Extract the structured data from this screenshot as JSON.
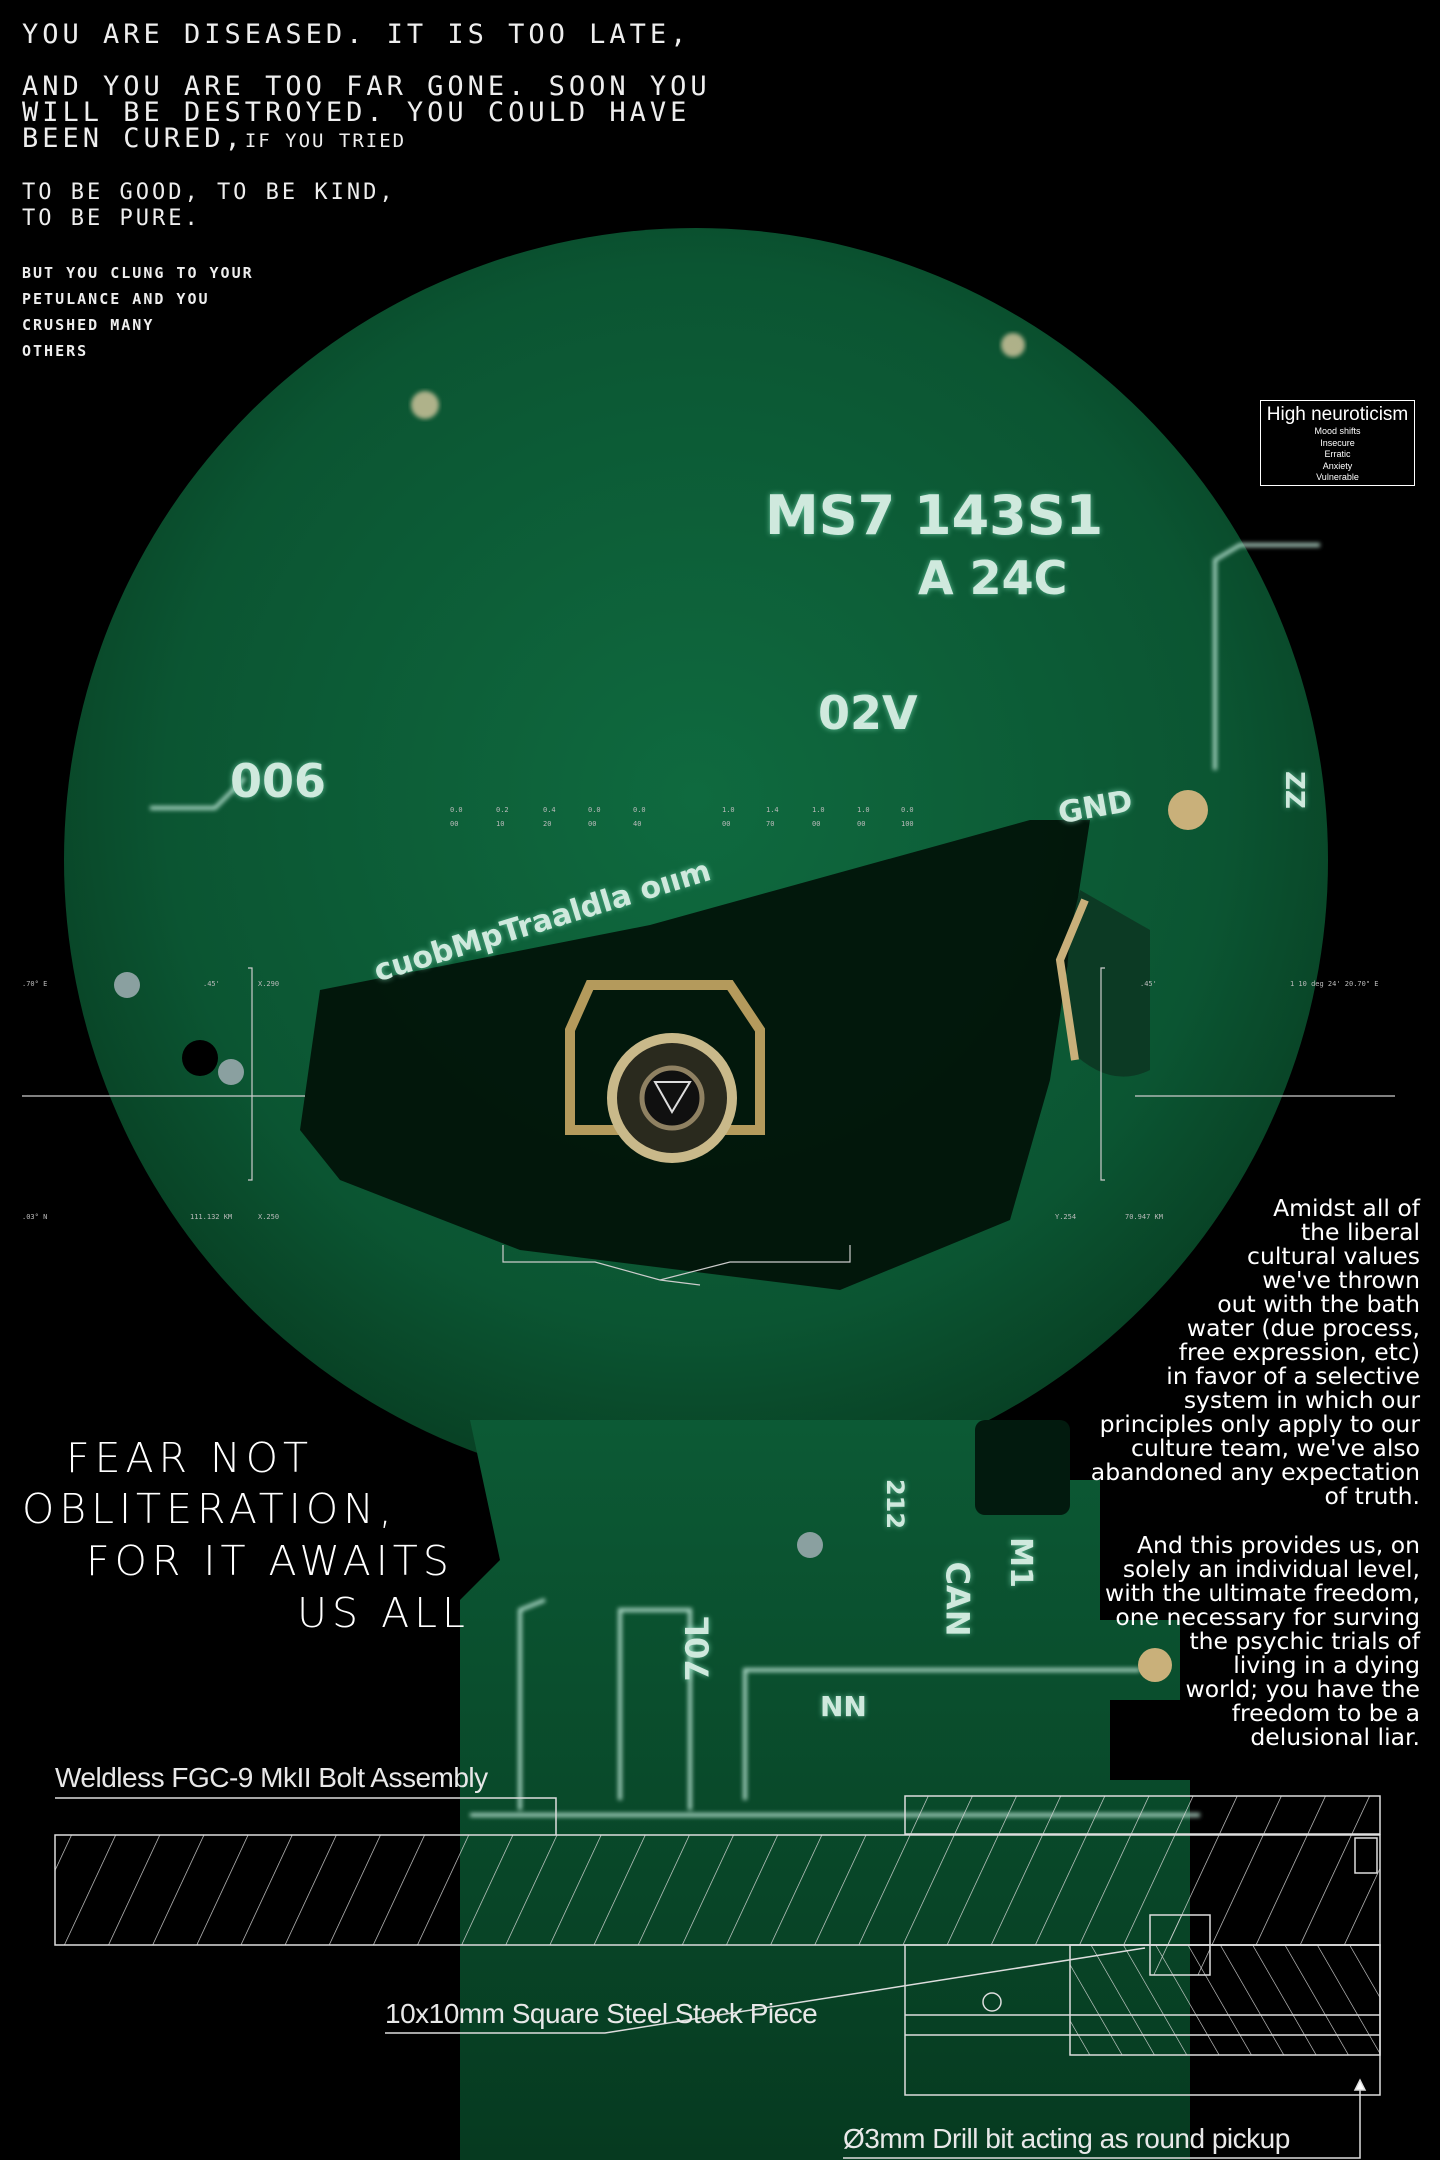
{
  "poem": {
    "line1": "YOU ARE DISEASED. IT IS TOO LATE,",
    "line2": "AND YOU ARE TOO FAR GONE. SOON YOU",
    "line3": "WILL BE DESTROYED. YOU COULD HAVE",
    "line4": "BEEN CURED,",
    "line4_small": "IF YOU TRIED",
    "line5": "TO BE GOOD, TO BE KIND,",
    "line6": "TO BE PURE.",
    "small": [
      "BUT YOU CLUNG TO YOUR",
      "PETULANCE AND YOU",
      "CRUSHED MANY",
      "OTHERS"
    ]
  },
  "trait_box": {
    "title": "High neuroticism",
    "items": [
      "Mood shifts",
      "Insecure",
      "Erratic",
      "Anxiety",
      "Vulnerable"
    ]
  },
  "pcb_labels": {
    "part": "MS7 143S1",
    "rev": "A 24C",
    "volt": "02V",
    "num": "006",
    "gnd": "GND",
    "curve": "cuobMpTraaldla oıım",
    "label_702": "70L",
    "label_nn": "NN",
    "label_can": "CAN",
    "label_m1": "M1",
    "label_212": "212",
    "label_zz": "ZZ"
  },
  "hud": {
    "scale_top": [
      "0.0",
      "0.2",
      "0.4",
      "0.0",
      "0.0",
      "1.0",
      "1.4",
      "1.0",
      "1.0",
      "0.0"
    ],
    "scale_bottom": [
      "00",
      "10",
      "20",
      "00",
      "40",
      "00",
      "70",
      "00",
      "00",
      "100"
    ],
    "left_upper": [
      ".70° E",
      ".45'",
      "X.290"
    ],
    "left_lower": [
      ".03° N",
      "111.132 KM",
      "X.250"
    ],
    "right_upper": [
      ".45'",
      "1 10 deg 24' 20.70\" E"
    ],
    "right_lower": [
      "Y.254",
      "70.947 KM"
    ]
  },
  "fear": [
    "FEAR NOT",
    "OBLITERATION,",
    "FOR IT AWAITS",
    "US ALL"
  ],
  "paragraph1": [
    "Amidst all of",
    "the liberal",
    "cultural values",
    "we've thrown",
    "out with the bath",
    "water (due process,",
    "free expression, etc)",
    "in favor of a selective",
    "system in which our",
    "principles only apply to our",
    "culture team, we've also",
    "abandoned any expectation",
    "of truth."
  ],
  "paragraph2": [
    "And this provides us, on",
    "solely an individual level,",
    "with the ultimate freedom,",
    "one necessary for surving",
    "the psychic trials of",
    "living in a dying",
    "world; you have the",
    "freedom to be a",
    "delusional liar."
  ],
  "diagram": {
    "title": "Weldless FGC-9 MkII Bolt Assembly",
    "label_stock": "10x10mm Square Steel Stock Piece",
    "label_drill": "Ø3mm Drill bit acting as round pickup"
  },
  "colors": {
    "pcb": "#0e5a36",
    "pcb_dark": "#062a19",
    "trace": "#bfe8d8"
  }
}
